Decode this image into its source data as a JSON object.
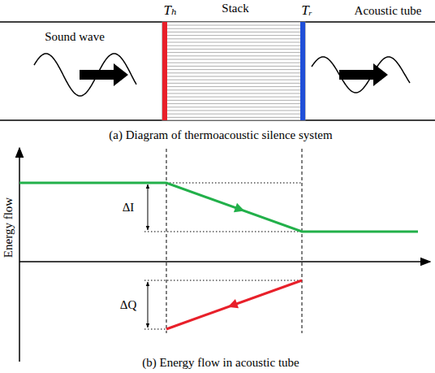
{
  "diagram": {
    "nodes": [
      {
        "text": [
          "Stack"
        ]
      }
    ],
    "labels": [
      "Tₕ",
      "Tᵣ",
      "Acoustic tube",
      "Sound wave",
      "(a) Diagram of thermoacoustic silence system",
      "Energy flow",
      "ΔI",
      "ΔQ",
      "(b) Energy flow in acoustic tube"
    ]
  }
}
